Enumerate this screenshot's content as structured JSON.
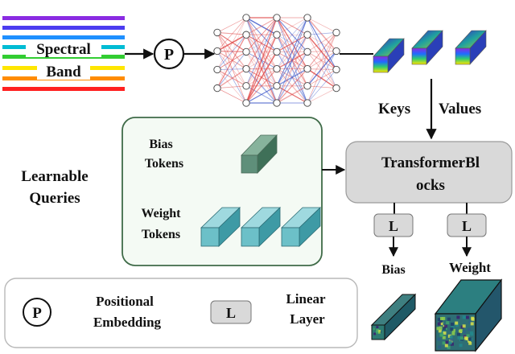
{
  "input": {
    "line1": "Spectral",
    "line2": "Band",
    "stripe_colors": [
      "#8a2be2",
      "#4b3cf0",
      "#1e90ff",
      "#00bcd4",
      "#32cd32",
      "#ffe600",
      "#ff8c00",
      "#ff2020"
    ]
  },
  "positional_node": {
    "symbol": "P"
  },
  "kv_labels": {
    "keys": "Keys",
    "values": "Values"
  },
  "queries": {
    "label_line1": "Learnable",
    "label_line2": "Queries",
    "bias_line1": "Bias",
    "bias_line2": "Tokens",
    "weight_line1": "Weight",
    "weight_line2": "Tokens"
  },
  "transformer": {
    "line1": "TransformerBl",
    "line2": "ocks"
  },
  "outputs": {
    "linear_symbol": "L",
    "bias_label": "Bias",
    "weight_label": "Weight"
  },
  "legend": {
    "p_symbol": "P",
    "positional_line1": "Positional",
    "positional_line2": "Embedding",
    "l_symbol": "L",
    "linear_line1": "Linear",
    "linear_line2": "Layer"
  },
  "colors": {
    "token_teal": "#6cc0c8",
    "bias_token": "#5f8f7a",
    "panel_border": "#3f6b48",
    "panel_fill": "#f4faf4",
    "block_fill": "#d9d9d9"
  }
}
